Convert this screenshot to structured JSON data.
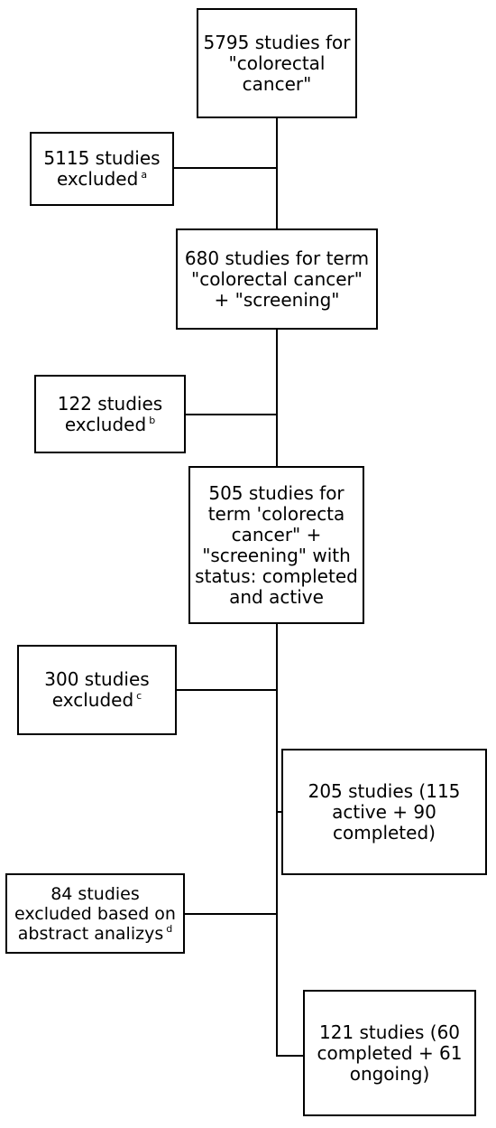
{
  "flowchart": {
    "step1": {
      "text": "5795 studies for \"colorectal cancer\""
    },
    "excluded1": {
      "text": "5115 studies excluded",
      "note": "a"
    },
    "step2": {
      "text": "680 studies for term \"colorectal cancer\" + \"screening\""
    },
    "excluded2": {
      "text": "122 studies excluded",
      "note": "b"
    },
    "step3": {
      "text": "505 studies for term 'colorecta cancer\" + \"screening\" with status: completed and active"
    },
    "excluded3": {
      "text": "300 studies excluded",
      "note": "c"
    },
    "step4": {
      "text": "205 studies (115 active + 90 completed)"
    },
    "excluded4": {
      "text": "84 studies excluded based on abstract analizys",
      "note": "d"
    },
    "step5": {
      "text": "121 studies (60 completed + 61 ongoing)"
    }
  }
}
